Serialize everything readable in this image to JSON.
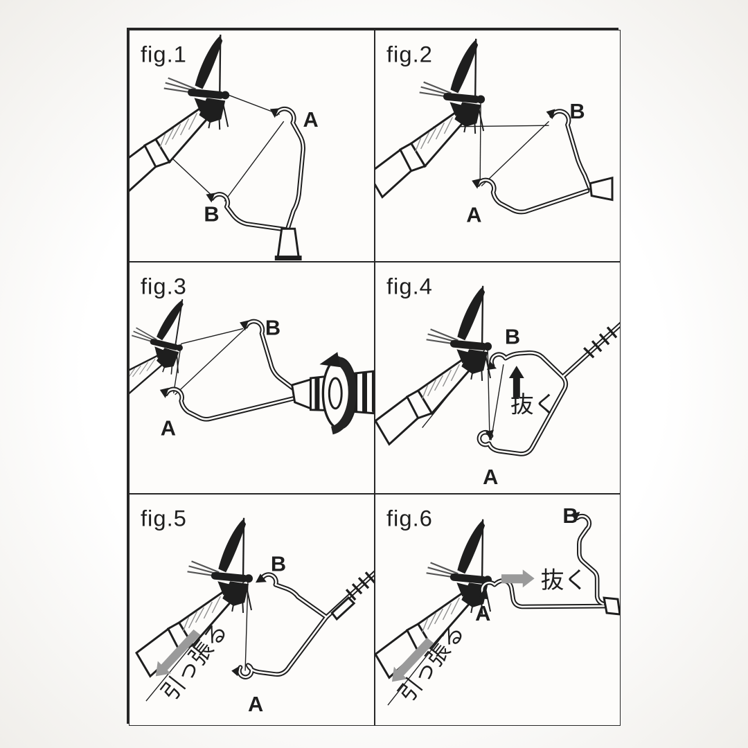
{
  "page": {
    "background": "#f7f5f2",
    "paper": "#fdfcfa",
    "ink": "#1e1e1e",
    "gray_arrow": "#9a9a9a"
  },
  "figures": [
    {
      "label": "fig.1",
      "hook_a": "A",
      "hook_b": "B"
    },
    {
      "label": "fig.2",
      "hook_a": "A",
      "hook_b": "B"
    },
    {
      "label": "fig.3",
      "hook_a": "A",
      "hook_b": "B"
    },
    {
      "label": "fig.4",
      "hook_a": "A",
      "hook_b": "B",
      "pull_out": "抜く"
    },
    {
      "label": "fig.5",
      "hook_a": "A",
      "hook_b": "B",
      "pull": "引っ張る"
    },
    {
      "label": "fig.6",
      "hook_a": "A",
      "hook_b": "B",
      "pull_out": "抜く",
      "pull": "引っ張る"
    }
  ]
}
